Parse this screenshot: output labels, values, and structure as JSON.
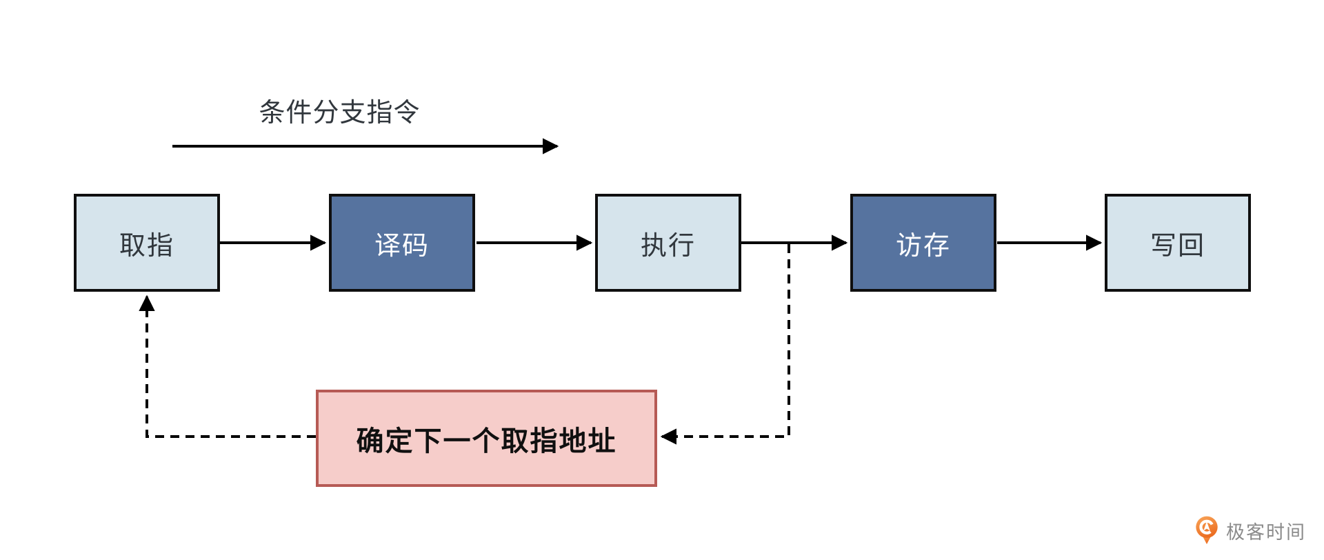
{
  "diagram": {
    "branch_label": "条件分支指令",
    "stages": [
      {
        "label": "取指",
        "variant": "light"
      },
      {
        "label": "译码",
        "variant": "dark"
      },
      {
        "label": "执行",
        "variant": "light"
      },
      {
        "label": "访存",
        "variant": "dark"
      },
      {
        "label": "写回",
        "variant": "light"
      }
    ],
    "feedback_box_label": "确定下一个取指地址"
  },
  "branding": {
    "logo_icon": "geektime-pin-icon",
    "logo_text": "极客时间"
  },
  "colors": {
    "stage_light_fill": "#d6e4ec",
    "stage_dark_fill": "#56739f",
    "box_border": "#0f0f0f",
    "line": "#000000",
    "feedback_fill": "#f6cdca",
    "feedback_border": "#b65a55",
    "label_dark_text": "#31373d",
    "label_light_text": "#ffffff",
    "logo_orange": "#ee7c2f",
    "logo_orange_light": "#f9a65a",
    "logo_text_color": "#8b8b8b"
  }
}
